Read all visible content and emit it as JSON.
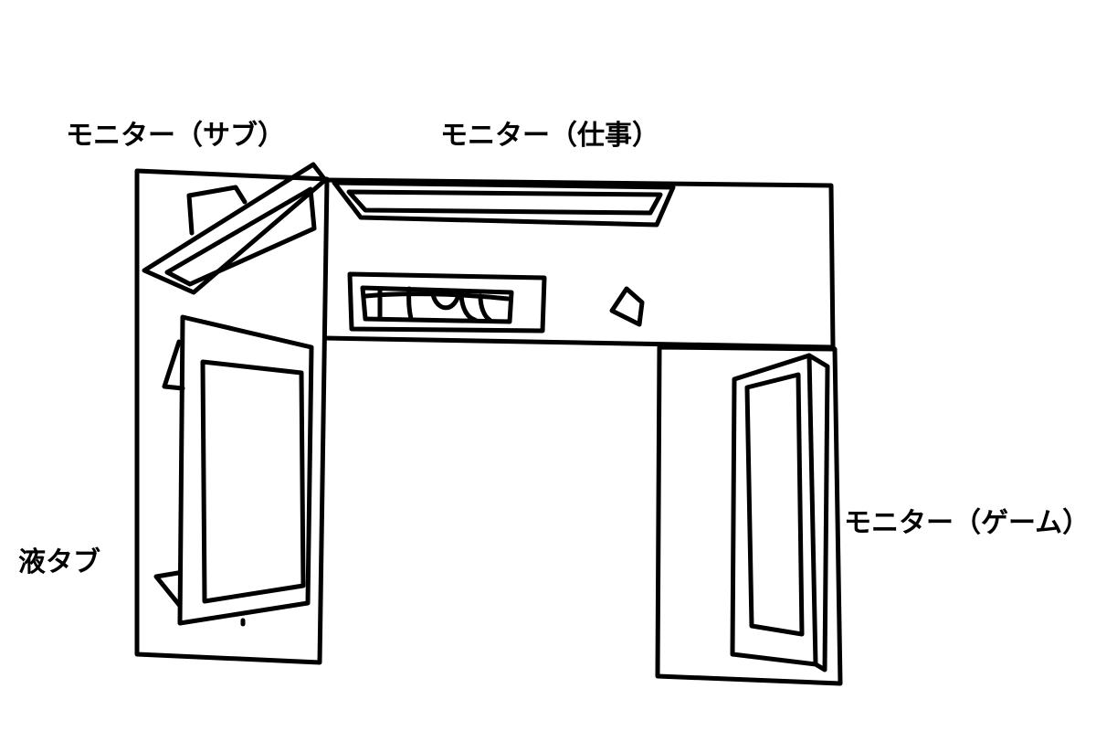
{
  "labels": {
    "monitor_sub": "モニター（サブ）",
    "monitor_work": "モニター（仕事）",
    "monitor_game": "モニター（ゲーム）",
    "pen_tablet": "液タブ"
  },
  "colors": {
    "ink": "#000000",
    "paper": "#ffffff"
  }
}
